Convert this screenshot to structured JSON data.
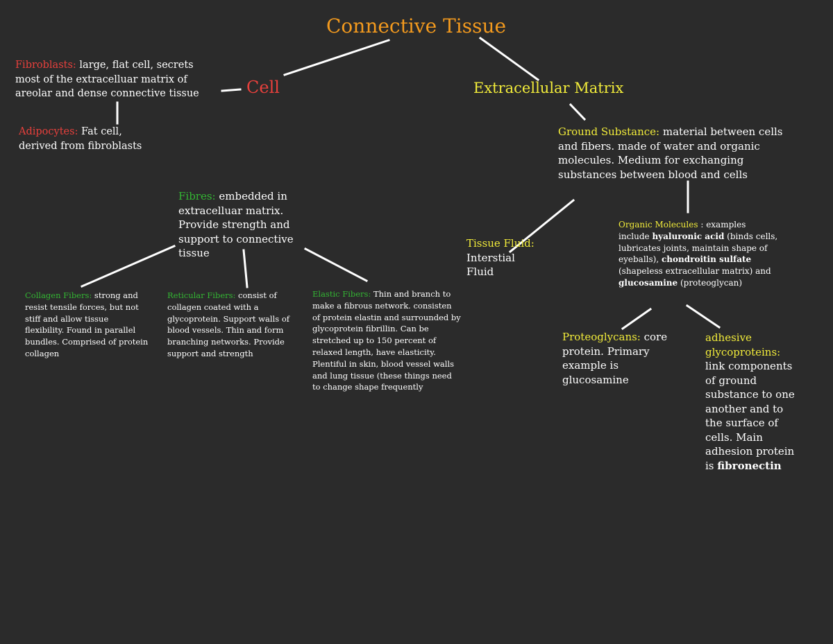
{
  "title": "Connective Tissue",
  "cell": {
    "label": "Cell",
    "fibroblasts": {
      "term": "Fibroblasts:",
      "text": " large, flat cell, secrets most of the extracelluar matrix of areolar and dense connective tissue"
    },
    "adipocytes": {
      "term": "Adipocytes:",
      "text": " Fat cell, derived from fibroblasts"
    }
  },
  "matrix": {
    "label": "Extracellular Matrix",
    "ground_substance": {
      "term": "Ground Substance:",
      "text": " material between cells and fibers. made of water and organic molecules. Medium for exchanging substances between blood and cells"
    },
    "tissue_fluid": {
      "term": "Tissue Fluid:",
      "text": "Interstial Fluid"
    },
    "organic_molecules": {
      "term": "Organic Molecules",
      "t1": " : examples include ",
      "b1": "hyaluronic acid",
      "t2": " (binds cells, lubricates joints, maintain shape of eyeballs), ",
      "b2": "chondroitin sulfate",
      "t3": " (shapeless extracellular matrix) and ",
      "b3": "glucosamine",
      "t4": " (proteoglycan)"
    },
    "proteoglycans": {
      "term": "Proteoglycans:",
      "text": " core protein. Primary example is glucosamine"
    },
    "adhesive": {
      "term": "adhesive glycoproteins:",
      "text": " link components of ground substance to one another and to the surface of cells. Main adhesion protein is ",
      "bold": "fibronectin"
    }
  },
  "fibres": {
    "term": "Fibres:",
    "text": " embedded in extracelluar matrix. Provide strength and support to connective tissue",
    "collagen": {
      "term": "Collagen Fibers:",
      "text": " strong and resist tensile forces, but not stiff and allow tissue flexibility. Found in parallel bundles. Comprised of protein collagen"
    },
    "reticular": {
      "term": "Reticular Fibers:",
      "text": " consist of collagen coated with a glycoprotein. Support walls of blood vessels. Thin and form branching networks. Provide support and strength"
    },
    "elastic": {
      "term": "Elastic Fibers:",
      "text": " Thin and branch to make a fibrous network. consisten of protein elastin and surrounded by glycoprotein fibrillin. Can be stretched up to 150 percent of relaxed length, have elasticity. Plentiful in skin, blood vessel walls and lung tissue (these things need to change shape frequently"
    }
  },
  "colors": {
    "background": "#2b2b2b",
    "title": "#f39a1e",
    "cell": "#e8403c",
    "matrix": "#f2ec3a",
    "fibres": "#33b633",
    "text": "#ffffff"
  }
}
